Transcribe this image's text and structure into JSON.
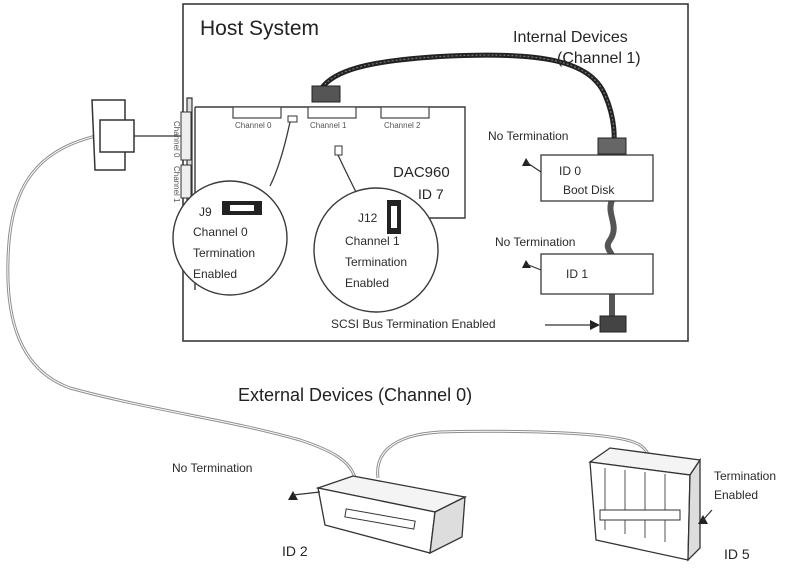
{
  "host": {
    "title": "Host System",
    "internal_devices": {
      "line1": "Internal Devices",
      "line2": "(Channel 1)"
    },
    "controller": {
      "name": "DAC960",
      "id": "ID 7",
      "connectors": [
        "Channel 0",
        "Channel 1",
        "Channel 2"
      ]
    },
    "jumper_j9": {
      "label": "J9",
      "line1": "Channel 0",
      "line2": "Termination",
      "line3": "Enabled"
    },
    "jumper_j12": {
      "label": "J12",
      "line1": "Channel 1",
      "line2": "Termination",
      "line3": "Enabled"
    },
    "internal_disks": [
      {
        "id": "ID 0",
        "name": "Boot Disk",
        "termination": "No Termination"
      },
      {
        "id": "ID 1",
        "termination": "No Termination"
      }
    ],
    "bus_termination": "SCSI Bus Termination Enabled",
    "back_panel_ports": [
      "Channel 0",
      "Channel 1"
    ]
  },
  "external": {
    "title": "External Devices  (Channel 0)",
    "devices": [
      {
        "id": "ID 2",
        "termination": "No Termination"
      },
      {
        "id": "ID 5",
        "termination_line1": "Termination",
        "termination_line2": "Enabled"
      }
    ]
  },
  "colors": {
    "line": "#333333",
    "frame": "#3a3a3a",
    "cable_dark": "#222222",
    "cable_light": "#9a9a9a",
    "panel": "#ffffff"
  }
}
